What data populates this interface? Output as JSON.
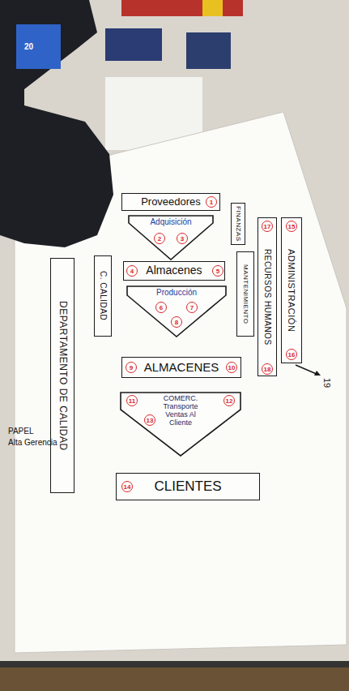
{
  "diagram": {
    "nodes": [
      {
        "text": [
          "Proveedores"
        ]
      },
      {
        "text": [
          "Adquisición"
        ]
      },
      {
        "text": [
          "Almacenes"
        ]
      },
      {
        "text": [
          "Producción"
        ]
      },
      {
        "text": [
          "ALMACENES"
        ]
      },
      {
        "text": [
          "COMERC. Transporte Ventas Al Cliente"
        ]
      },
      {
        "text": [
          "CLIENTES"
        ]
      },
      {
        "text": [
          "C. CALIDAD"
        ]
      },
      {
        "text": [
          "DEPARTAMENTO DE CALIDAD"
        ]
      },
      {
        "text": [
          "FINANZAS"
        ]
      },
      {
        "text": [
          "MANTENIMIENTO"
        ]
      },
      {
        "text": [
          "RECURSOS HUMANOS"
        ]
      },
      {
        "text": [
          "ADMINISTRACIÓN"
        ]
      }
    ],
    "labels": [
      "1",
      "2",
      "3",
      "4",
      "5",
      "6",
      "7",
      "8",
      "9",
      "10",
      "11",
      "12",
      "13",
      "14",
      "15",
      "16",
      "17",
      "18",
      "19",
      "20",
      "Alta Gerencia",
      "PAPEL"
    ]
  }
}
